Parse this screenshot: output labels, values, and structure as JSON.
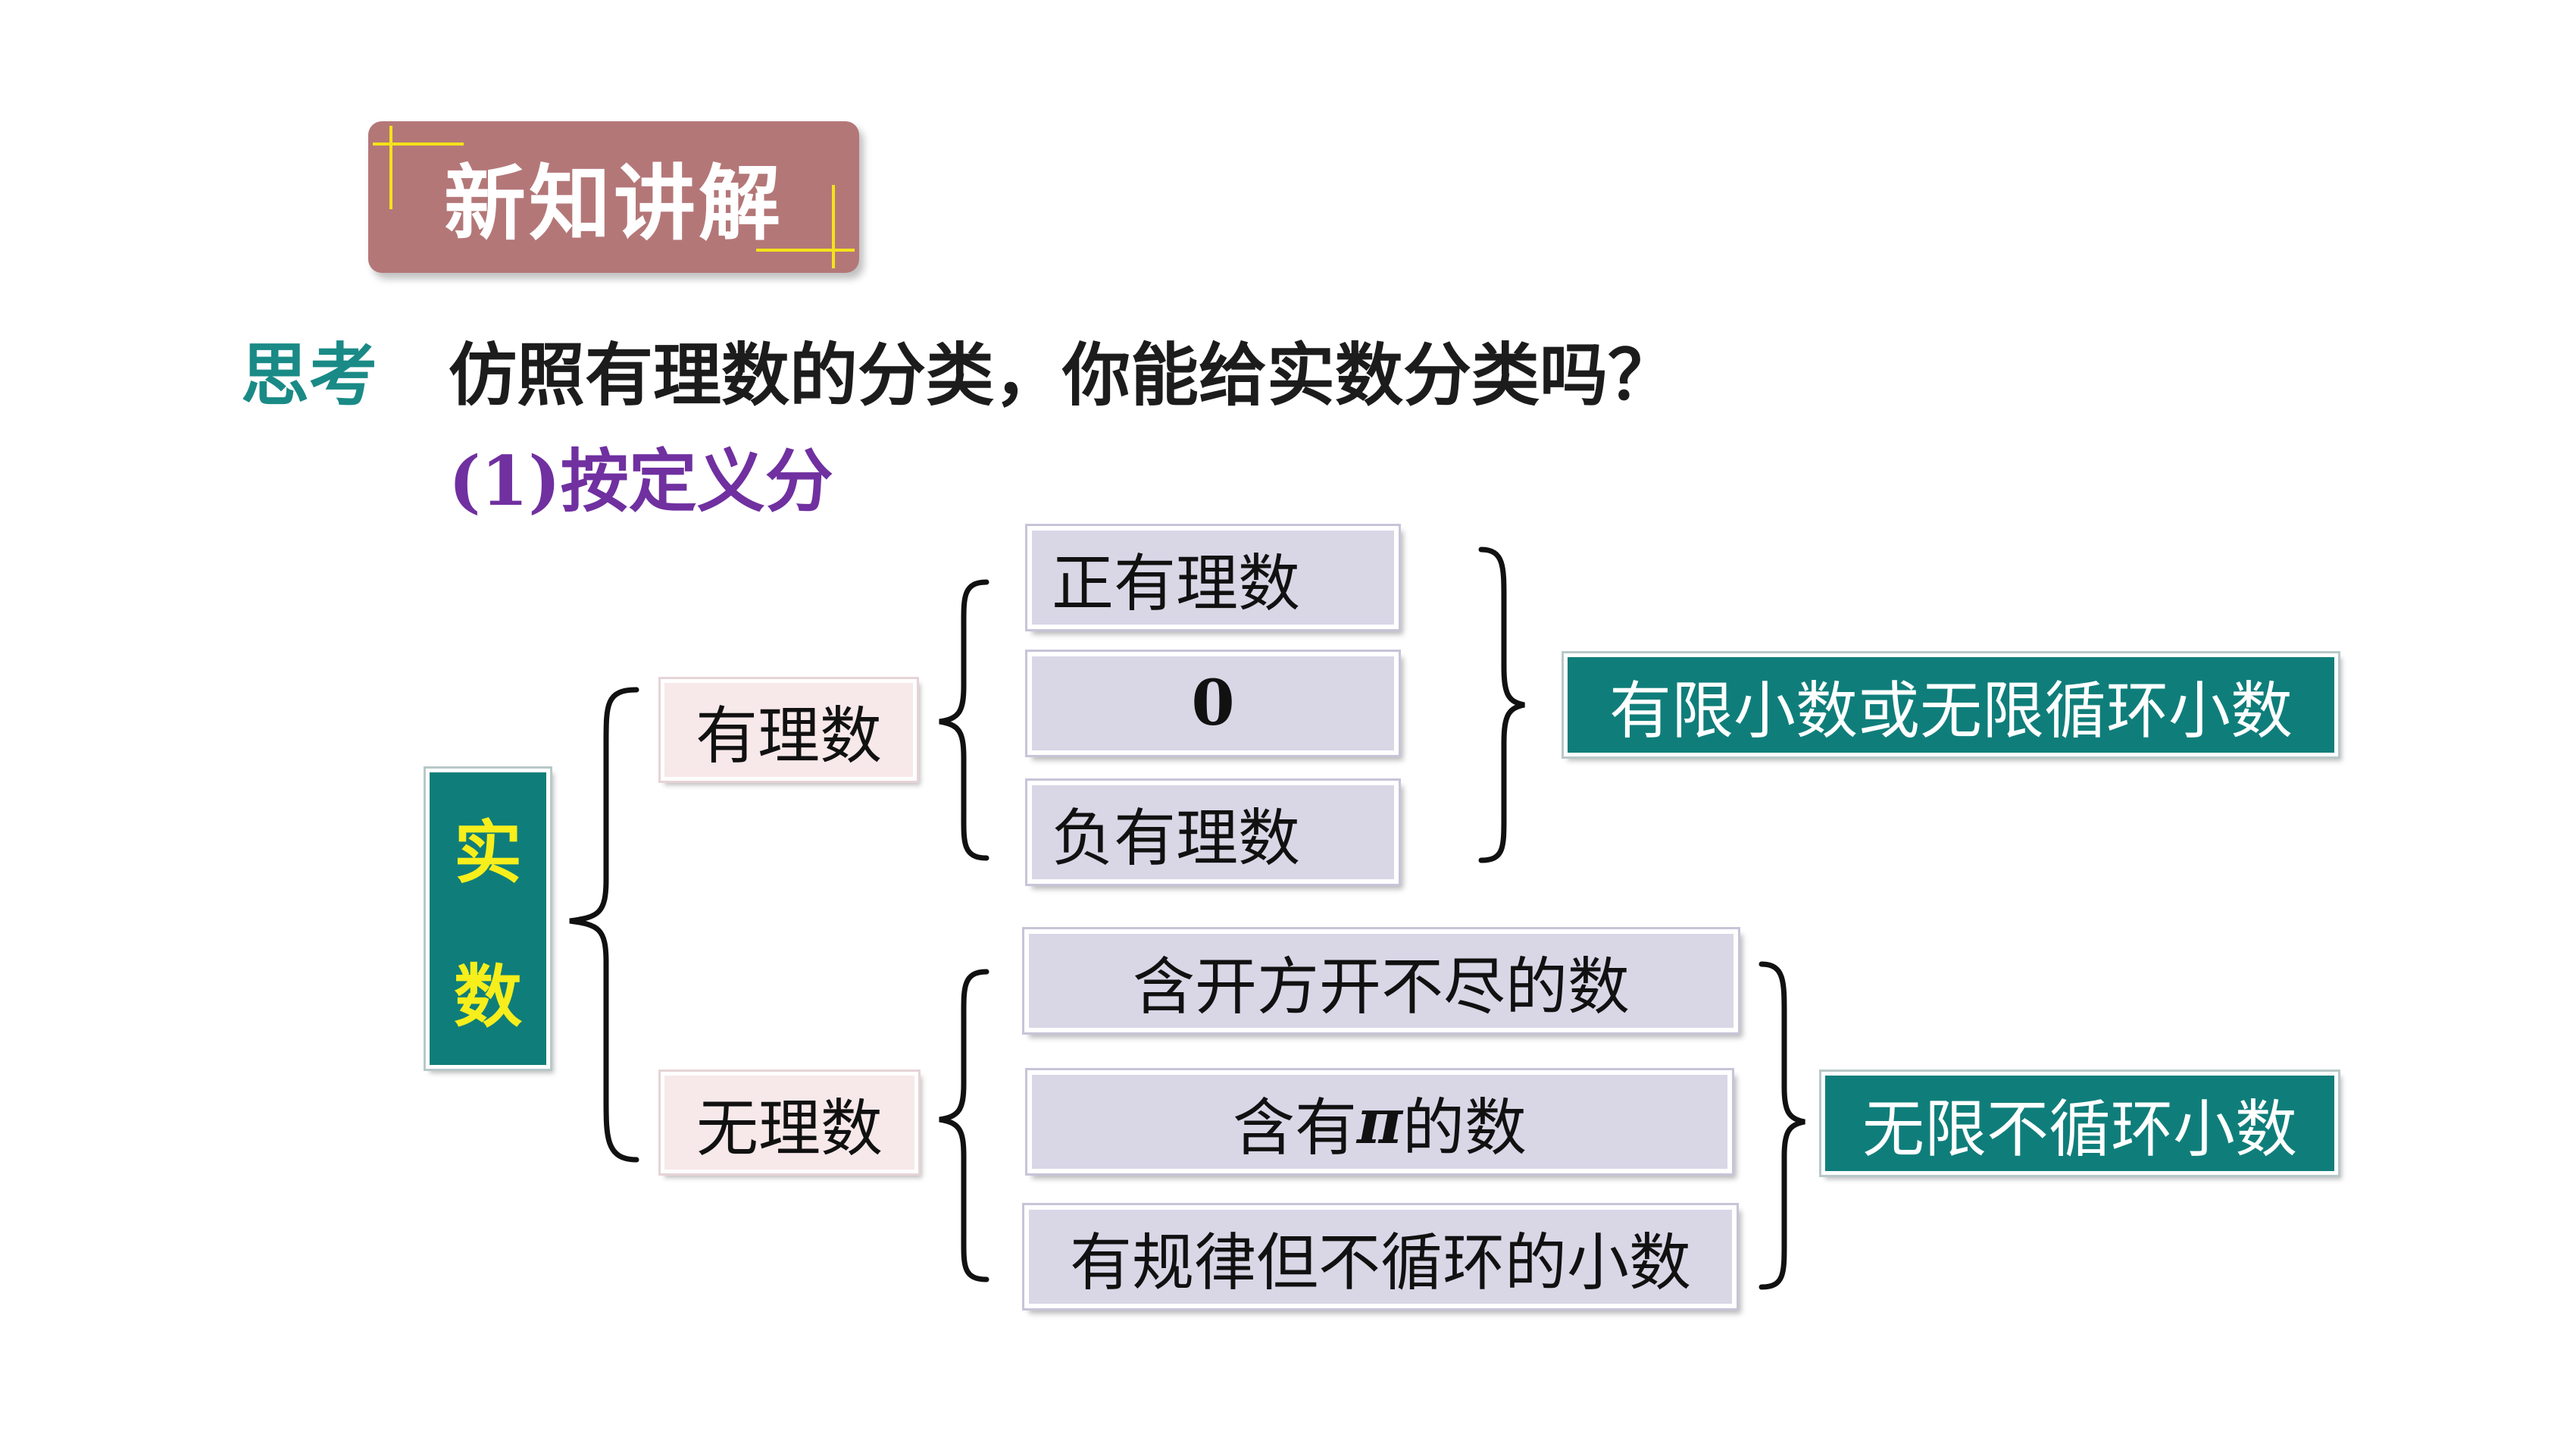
{
  "header": {
    "badge_title": "新知讲解"
  },
  "prompt": {
    "label": "思考",
    "question": "仿照有理数的分类，你能给实数分类吗？",
    "sub_heading": "(1)按定义分"
  },
  "diagram": {
    "root": [
      "实",
      "数"
    ],
    "rational": {
      "label": "有理数",
      "children": [
        "正有理数",
        "0",
        "负有理数"
      ],
      "summary": "有限小数或无限循环小数"
    },
    "irrational": {
      "label": "无理数",
      "children": {
        "first": "含开方开不尽的数",
        "second_prefix": "含有",
        "second_symbol": "π",
        "second_suffix": "的数",
        "third": "有规律但不循环的小数"
      },
      "summary": "无限不循环小数"
    }
  },
  "colors": {
    "badge_bg": "#b47778",
    "badge_accent": "#f3e31a",
    "teal": "#0f7e7a",
    "think_label": "#1a8a86",
    "sub_heading": "#7030a0",
    "root_text": "#f7ee1b"
  }
}
